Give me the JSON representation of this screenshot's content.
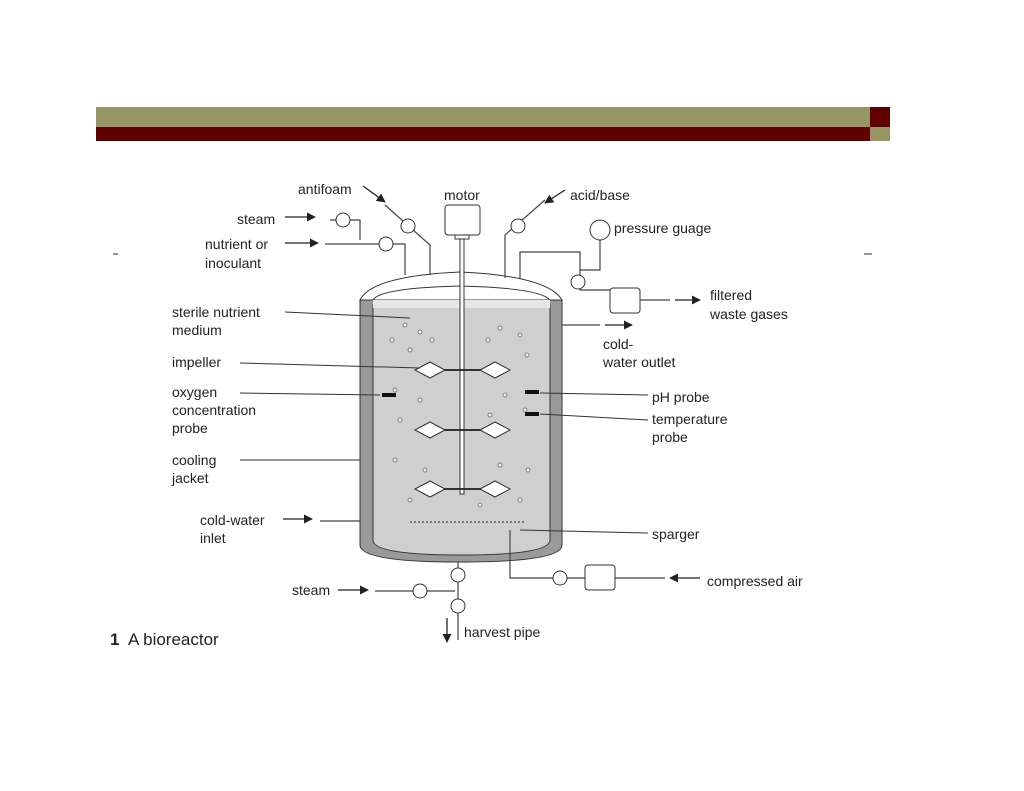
{
  "colors": {
    "olive": "#969664",
    "maroon": "#600000"
  },
  "diagram": {
    "caption_number": "1",
    "caption": "A bioreactor",
    "labels": {
      "antifoam": "antifoam",
      "motor": "motor",
      "acid_base": "acid/base",
      "steam_top": "steam",
      "pressure_gauge": "pressure guage",
      "nutrient_1": "nutrient or",
      "nutrient_2": "inoculant",
      "filtered_1": "filtered",
      "filtered_2": "waste gases",
      "sterile_1": "sterile nutrient",
      "sterile_2": "medium",
      "outlet_1": "cold-",
      "outlet_2": "water outlet",
      "impeller": "impeller",
      "oxygen_1": "oxygen",
      "oxygen_2": "concentration",
      "oxygen_3": "probe",
      "ph_probe": "pH probe",
      "temp_1": "temperature",
      "temp_2": "probe",
      "cooling_1": "cooling",
      "cooling_2": "jacket",
      "inlet_1": "cold-water",
      "inlet_2": "inlet",
      "sparger": "sparger",
      "steam_bottom": "steam",
      "compressed_air": "compressed air",
      "harvest_pipe": "harvest pipe"
    }
  }
}
